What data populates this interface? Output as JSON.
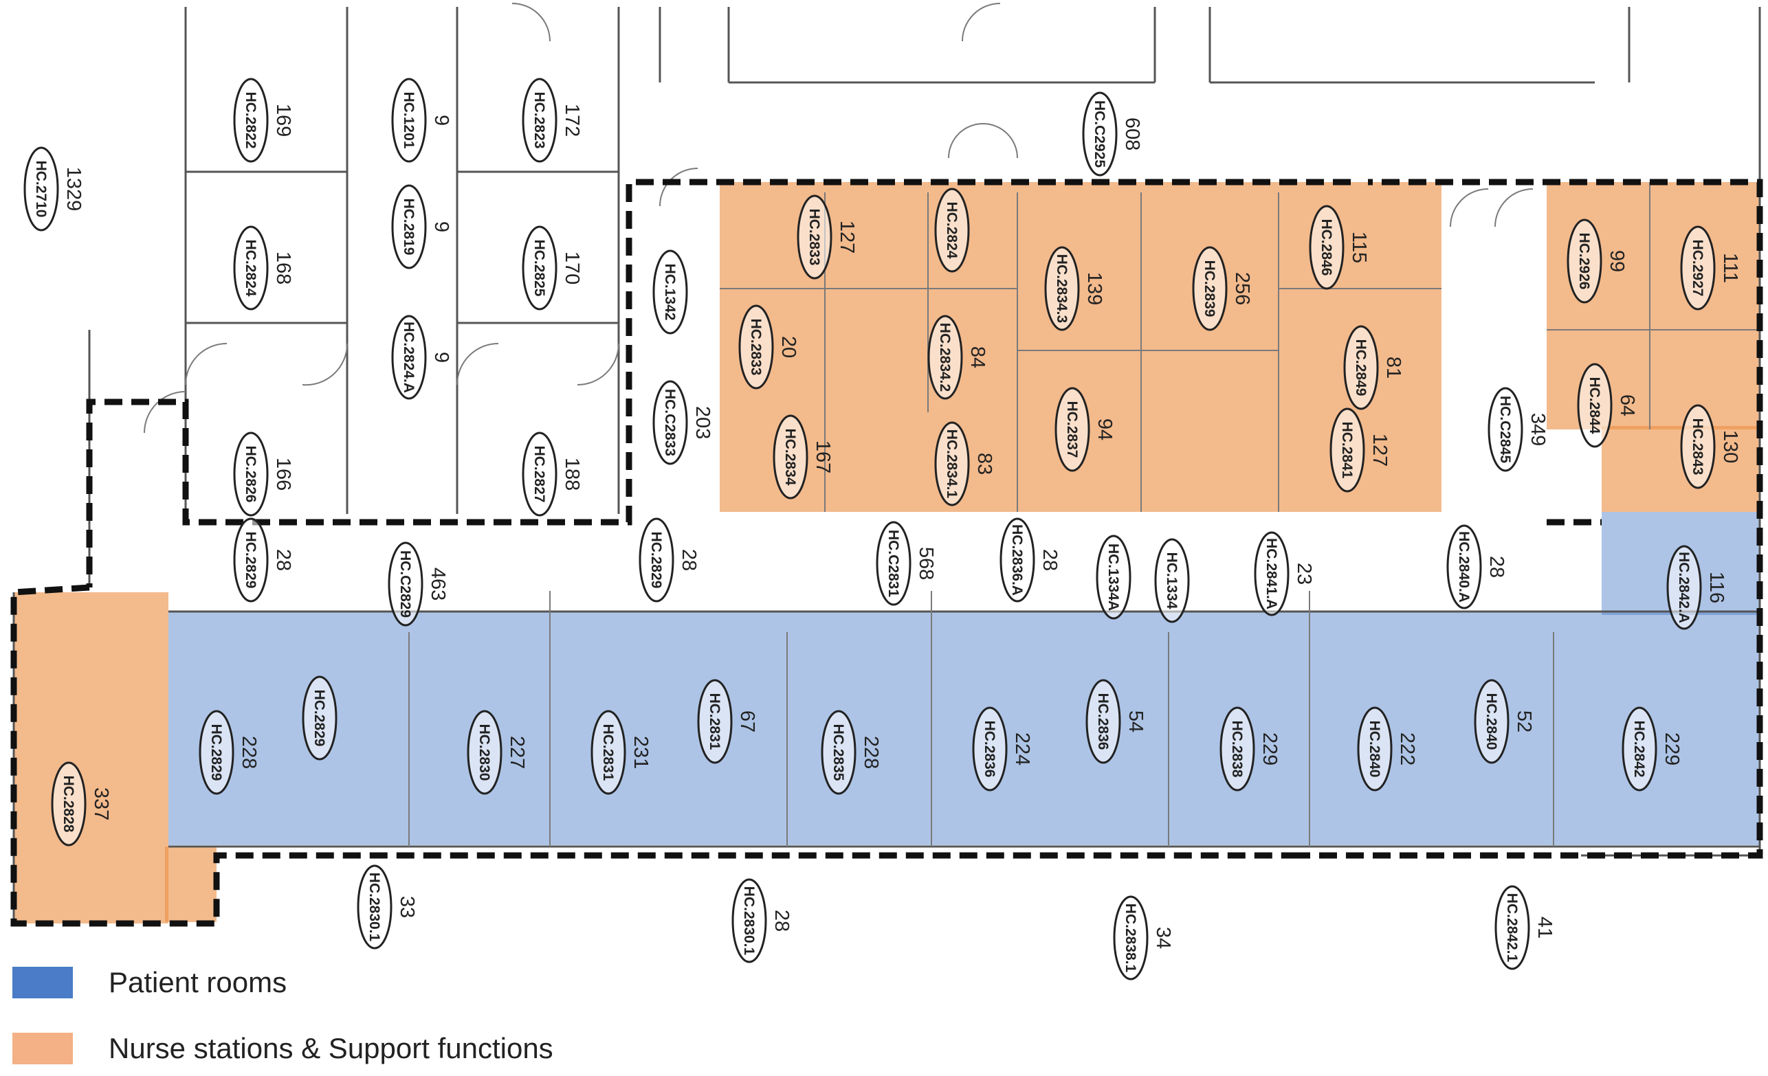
{
  "colors": {
    "patient_rooms": "#4a7cc7",
    "support": "#f3b185"
  },
  "legend": [
    {
      "label": "Patient rooms",
      "color": "#4a7cc7"
    },
    {
      "label": "Nurse stations & Support functions",
      "color": "#f3b185"
    }
  ],
  "room_tags": [
    {
      "id": "HC.2710",
      "area": "1329"
    },
    {
      "id": "HC.2822",
      "area": "169"
    },
    {
      "id": "HC.1201",
      "area": "9"
    },
    {
      "id": "HC.2823",
      "area": "172"
    },
    {
      "id": "HC.2824",
      "area": "168"
    },
    {
      "id": "HC.2819",
      "area": "9"
    },
    {
      "id": "HC.2825",
      "area": "170"
    },
    {
      "id": "HC.2824.A",
      "area": "9"
    },
    {
      "id": "HC.2826",
      "area": "166"
    },
    {
      "id": "HC.2827",
      "area": "188"
    },
    {
      "id": "HC.C2925",
      "area": "608"
    },
    {
      "id": "HC.1342",
      "area": ""
    },
    {
      "id": "HC.C2833",
      "area": "203"
    },
    {
      "id": "HC.2833",
      "area": "127"
    },
    {
      "id": "HC.2824",
      "area": ""
    },
    {
      "id": "HC.2834.3",
      "area": "139"
    },
    {
      "id": "HC.2839",
      "area": "256"
    },
    {
      "id": "HC.2846",
      "area": "115"
    },
    {
      "id": "HC.2833",
      "area": "20"
    },
    {
      "id": "HC.2834.2",
      "area": "84"
    },
    {
      "id": "HC.2849",
      "area": "81"
    },
    {
      "id": "HC.2834",
      "area": "167"
    },
    {
      "id": "HC.2834.1",
      "area": "83"
    },
    {
      "id": "HC.2837",
      "area": "94"
    },
    {
      "id": "HC.2841",
      "area": "127"
    },
    {
      "id": "HC.2926",
      "area": "99"
    },
    {
      "id": "HC.2927",
      "area": "111"
    },
    {
      "id": "HC.2844",
      "area": "64"
    },
    {
      "id": "HC.2843",
      "area": "130"
    },
    {
      "id": "HC.C2845",
      "area": "349"
    },
    {
      "id": "HC.2829",
      "area": "28"
    },
    {
      "id": "HC.C2829",
      "area": "463"
    },
    {
      "id": "HC.2829",
      "area": "28"
    },
    {
      "id": "HC.C2831",
      "area": "568"
    },
    {
      "id": "HC.2836.A",
      "area": "28"
    },
    {
      "id": "HC.1334A",
      "area": ""
    },
    {
      "id": "HC.1334",
      "area": ""
    },
    {
      "id": "HC.2841.A",
      "area": "23"
    },
    {
      "id": "HC.2840.A",
      "area": "28"
    },
    {
      "id": "HC.2842.A",
      "area": "116"
    },
    {
      "id": "HC.2828",
      "area": "337"
    },
    {
      "id": "HC.2829",
      "area": "228"
    },
    {
      "id": "HC.2829",
      "area": ""
    },
    {
      "id": "HC.2830",
      "area": "227"
    },
    {
      "id": "HC.2831",
      "area": "231"
    },
    {
      "id": "HC.2831",
      "area": "67"
    },
    {
      "id": "HC.2835",
      "area": "228"
    },
    {
      "id": "HC.2836",
      "area": "224"
    },
    {
      "id": "HC.2836",
      "area": "54"
    },
    {
      "id": "HC.2838",
      "area": "229"
    },
    {
      "id": "HC.2840",
      "area": "222"
    },
    {
      "id": "HC.2840",
      "area": "52"
    },
    {
      "id": "HC.2842",
      "area": "229"
    },
    {
      "id": "HC.2830.1",
      "area": "33"
    },
    {
      "id": "HC.2830.1",
      "area": "28"
    },
    {
      "id": "HC.2838.1",
      "area": "34"
    },
    {
      "id": "HC.2842.1",
      "area": "41"
    }
  ]
}
